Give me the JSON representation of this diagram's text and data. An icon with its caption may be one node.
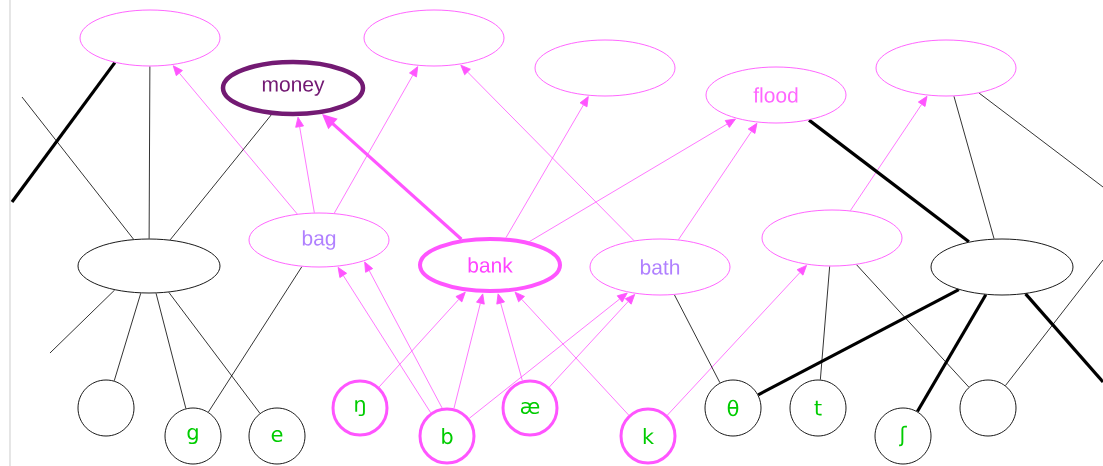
{
  "diagram": {
    "nodes": [
      {
        "text": [],
        "shape": "ellipse"
      },
      {
        "text": [
          "money"
        ]
      },
      {
        "text": [],
        "shape": "ellipse"
      },
      {
        "text": [],
        "shape": "ellipse"
      },
      {
        "text": [
          "flood"
        ]
      },
      {
        "text": [],
        "shape": "ellipse"
      },
      {
        "text": [],
        "shape": "ellipse"
      },
      {
        "text": [
          "bag"
        ]
      },
      {
        "text": [
          "bank"
        ]
      },
      {
        "text": [
          "bath"
        ]
      },
      {
        "text": [],
        "shape": "ellipse"
      },
      {
        "text": [],
        "shape": "ellipse"
      },
      {
        "text": [],
        "shape": "circle"
      },
      {
        "text": [
          "g"
        ]
      },
      {
        "text": [
          "e"
        ]
      },
      {
        "text": [
          "ŋ"
        ]
      },
      {
        "text": [
          "b"
        ]
      },
      {
        "text": [
          "æ"
        ]
      },
      {
        "text": [
          "k"
        ]
      },
      {
        "text": [
          "θ"
        ]
      },
      {
        "text": [
          "t"
        ]
      },
      {
        "text": [
          "ʃ"
        ]
      },
      {
        "text": [],
        "shape": "circle"
      }
    ],
    "edges": [
      {
        "from": 7,
        "to": 0,
        "arrow": "to",
        "color": "#ff55ff"
      },
      {
        "from": 7,
        "to": 1,
        "arrow": "to",
        "color": "#ff55ff"
      },
      {
        "from": 7,
        "to": 2,
        "arrow": "to",
        "color": "#ff55ff"
      },
      {
        "from": 8,
        "to": 1,
        "arrow": "to",
        "color": "#ff55ff",
        "style": "thick"
      },
      {
        "from": 8,
        "to": 3,
        "arrow": "to",
        "color": "#ff55ff"
      },
      {
        "from": 8,
        "to": 4,
        "arrow": "to",
        "color": "#ff55ff"
      },
      {
        "from": 9,
        "to": 2,
        "arrow": "to",
        "color": "#ff55ff"
      },
      {
        "from": 9,
        "to": 4,
        "arrow": "to",
        "color": "#ff55ff"
      },
      {
        "from": 10,
        "to": 5,
        "arrow": "to",
        "color": "#ff55ff"
      },
      {
        "from": 15,
        "to": 8,
        "arrow": "to",
        "color": "#ff55ff"
      },
      {
        "from": 16,
        "to": 7,
        "arrow": "to",
        "color": "#ff55ff"
      },
      {
        "from": 16,
        "to": 7,
        "arrow": "to",
        "color": "#ff55ff"
      },
      {
        "from": 16,
        "to": 8,
        "arrow": "to",
        "color": "#ff55ff"
      },
      {
        "from": 16,
        "to": 9,
        "arrow": "to",
        "color": "#ff55ff"
      },
      {
        "from": 17,
        "to": 8,
        "arrow": "to",
        "color": "#ff55ff"
      },
      {
        "from": 17,
        "to": 9,
        "arrow": "to",
        "color": "#ff55ff"
      },
      {
        "from": 18,
        "to": 8,
        "arrow": "to",
        "color": "#ff55ff"
      },
      {
        "from": 18,
        "to": 10,
        "arrow": "to",
        "color": "#ff55ff"
      },
      {
        "from": 0,
        "to": 6,
        "arrow": "none"
      },
      {
        "from": 1,
        "to": 6,
        "arrow": "none"
      },
      {
        "from": null,
        "to": 6,
        "arrow": "none"
      },
      {
        "from": 0,
        "to": null,
        "arrow": "none",
        "style": "thick"
      },
      {
        "from": 6,
        "to": null,
        "arrow": "none"
      },
      {
        "from": 6,
        "to": 12,
        "arrow": "none"
      },
      {
        "from": 6,
        "to": 13,
        "arrow": "none"
      },
      {
        "from": 6,
        "to": 14,
        "arrow": "none"
      },
      {
        "from": 7,
        "to": 13,
        "arrow": "none"
      },
      {
        "from": 9,
        "to": 19,
        "arrow": "none"
      },
      {
        "from": 4,
        "to": 11,
        "arrow": "none",
        "style": "thick"
      },
      {
        "from": 5,
        "to": 11,
        "arrow": "none"
      },
      {
        "from": 5,
        "to": null,
        "arrow": "none"
      },
      {
        "from": 11,
        "to": 19,
        "arrow": "none",
        "style": "thick"
      },
      {
        "from": 11,
        "to": 21,
        "arrow": "none",
        "style": "thick"
      },
      {
        "from": 11,
        "to": null,
        "arrow": "none",
        "style": "thick"
      },
      {
        "from": 10,
        "to": 20,
        "arrow": "none"
      },
      {
        "from": 10,
        "to": 22,
        "arrow": "none"
      },
      {
        "from": null,
        "to": 22,
        "arrow": "none"
      }
    ]
  }
}
